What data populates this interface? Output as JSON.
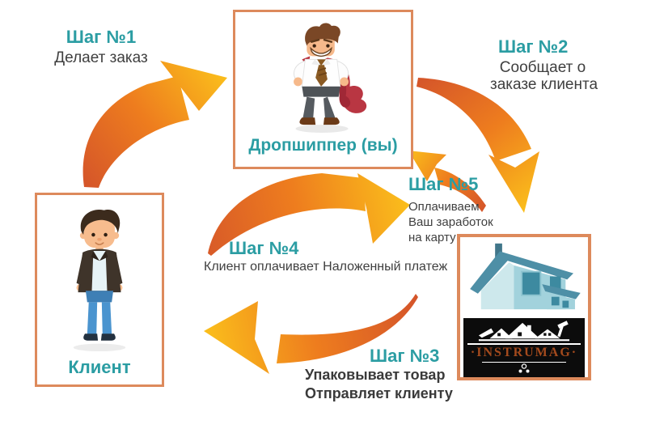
{
  "steps": [
    {
      "heading": "Шаг №1",
      "lines": [
        "Делает заказ"
      ]
    },
    {
      "heading": "Шаг №2",
      "lines": [
        "Сообщает о",
        "заказе клиента"
      ]
    },
    {
      "heading": "Шаг №3",
      "lines": [
        "Упаковывает товар",
        "Отправляет клиенту"
      ]
    },
    {
      "heading": "Шаг №4",
      "lines": [
        "Клиент оплачивает Наложенный платеж"
      ]
    },
    {
      "heading": "Шаг №5",
      "lines": [
        "Оплачиваем",
        "Ваш заработок",
        "на карту"
      ]
    }
  ],
  "boxes": {
    "dropshipper": {
      "label": "Дропшиппер (вы)"
    },
    "client": {
      "label": "Клиент"
    },
    "supplier": {
      "logo_text": "INSTRUMAG",
      "logo_dot": "·"
    }
  },
  "icons": {
    "dropshipper_figure": "superhero-businessman",
    "client_figure": "young-man",
    "supplier_figure": "blue-house",
    "logo_icon": "rooftops-and-hammer"
  },
  "colors": {
    "step_heading_teal": "#2b9da3",
    "body_text": "#3f3f3f",
    "box_border": "#dd8a5c",
    "arrow_tail": "#d4542a",
    "arrow_mid": "#ee7d1e",
    "arrow_head": "#fbc01b",
    "logo_text": "#a34a1d",
    "logo_background": "#0c0c0c"
  }
}
